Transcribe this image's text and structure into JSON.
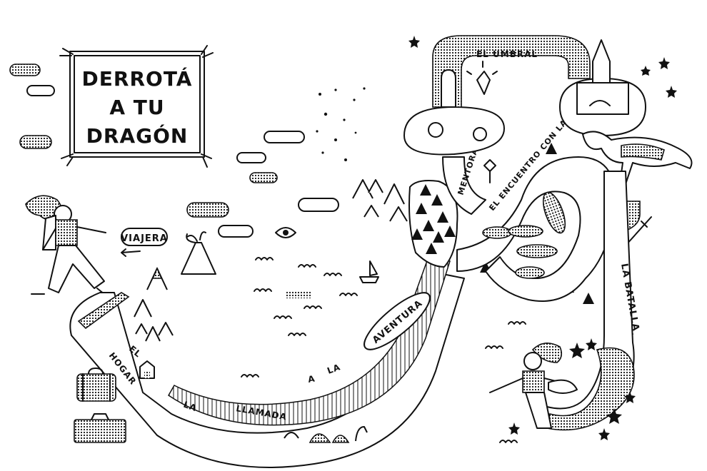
{
  "title": {
    "line1": "DERROTÁ",
    "line2": "A TU",
    "line3": "DRAGÓN"
  },
  "labels": {
    "traveler": "VIAJERA",
    "home_1": "EL",
    "home_2": "HOGAR",
    "call_1": "LA",
    "call_2": "LLAMADA",
    "call_3": "A",
    "call_4": "LA",
    "adventure": "AVENTURA",
    "mentor_encounter": "EL ENCUENTRO CON LA",
    "mentor": "MENTORA",
    "threshold": "EL UMBRAL",
    "battle": "LA BATALLA"
  },
  "colors": {
    "ink": "#111111",
    "paper": "#ffffff"
  },
  "icons": [
    "cloud-icon",
    "mountain-icon",
    "volcano-icon",
    "eye-icon",
    "sailboat-icon",
    "tree-icon",
    "castle-icon",
    "dragon-icon",
    "shield-icon",
    "sword-icon",
    "star-icon",
    "suitcase-icon",
    "sea-serpent-icon",
    "road-sign-icon",
    "crystal-icon"
  ]
}
